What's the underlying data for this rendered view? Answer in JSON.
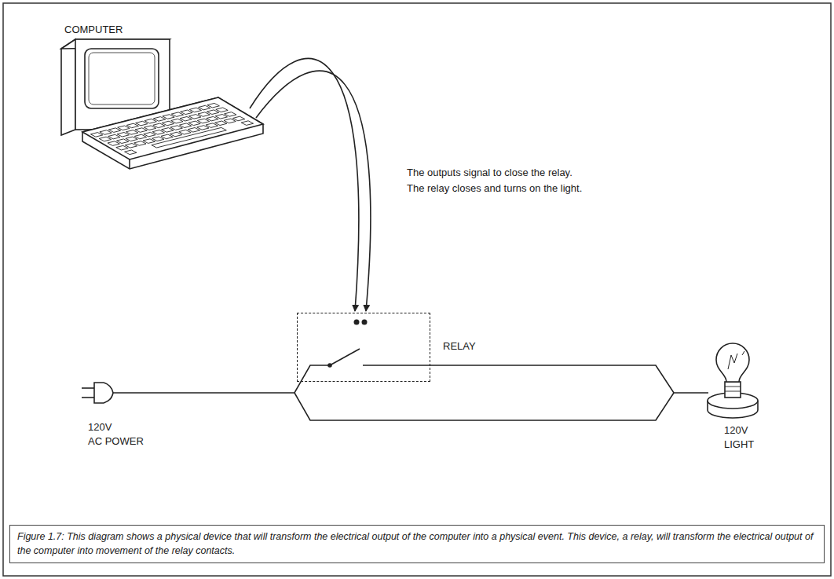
{
  "diagram": {
    "caption": "Figure 1.7: This diagram shows a physical device that will transform the electrical output of the computer into a physical event. This device, a relay, will transform the electrical output of the computer into movement of the relay contacts.",
    "nodes": [
      {
        "text": [
          "RELAY"
        ]
      }
    ],
    "labels": [
      "COMPUTER",
      "The outputs signal to close the relay.",
      "The relay closes and turns on the light.",
      "120V",
      "AC POWER",
      "120V",
      "LIGHT"
    ]
  }
}
